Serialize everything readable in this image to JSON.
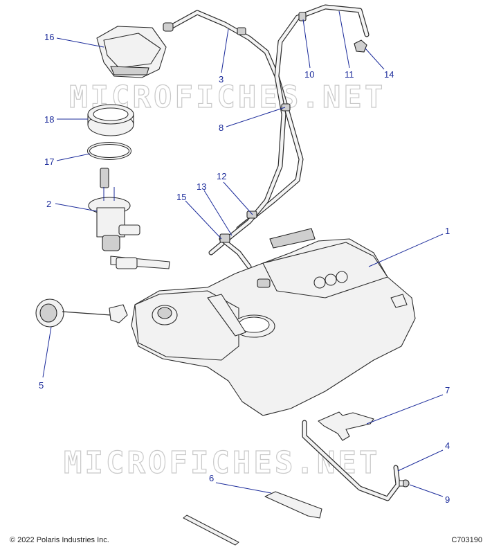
{
  "watermark": "MICROFICHES.NET",
  "footer": {
    "copyright": "© 2022 Polaris Industries Inc.",
    "drawing_number": "C703190"
  },
  "callouts": {
    "c1": "1",
    "c2": "2",
    "c3": "3",
    "c4": "4",
    "c5": "5",
    "c6": "6",
    "c7": "7",
    "c8": "8",
    "c9": "9",
    "c10": "10",
    "c11": "11",
    "c12": "12",
    "c13": "13",
    "c14": "14",
    "c15": "15",
    "c16": "16",
    "c17": "17",
    "c18": "18"
  },
  "colors": {
    "callout": "#1a2a9a",
    "line_art": "#2a2a2a",
    "watermark": "#c9c9c9"
  }
}
